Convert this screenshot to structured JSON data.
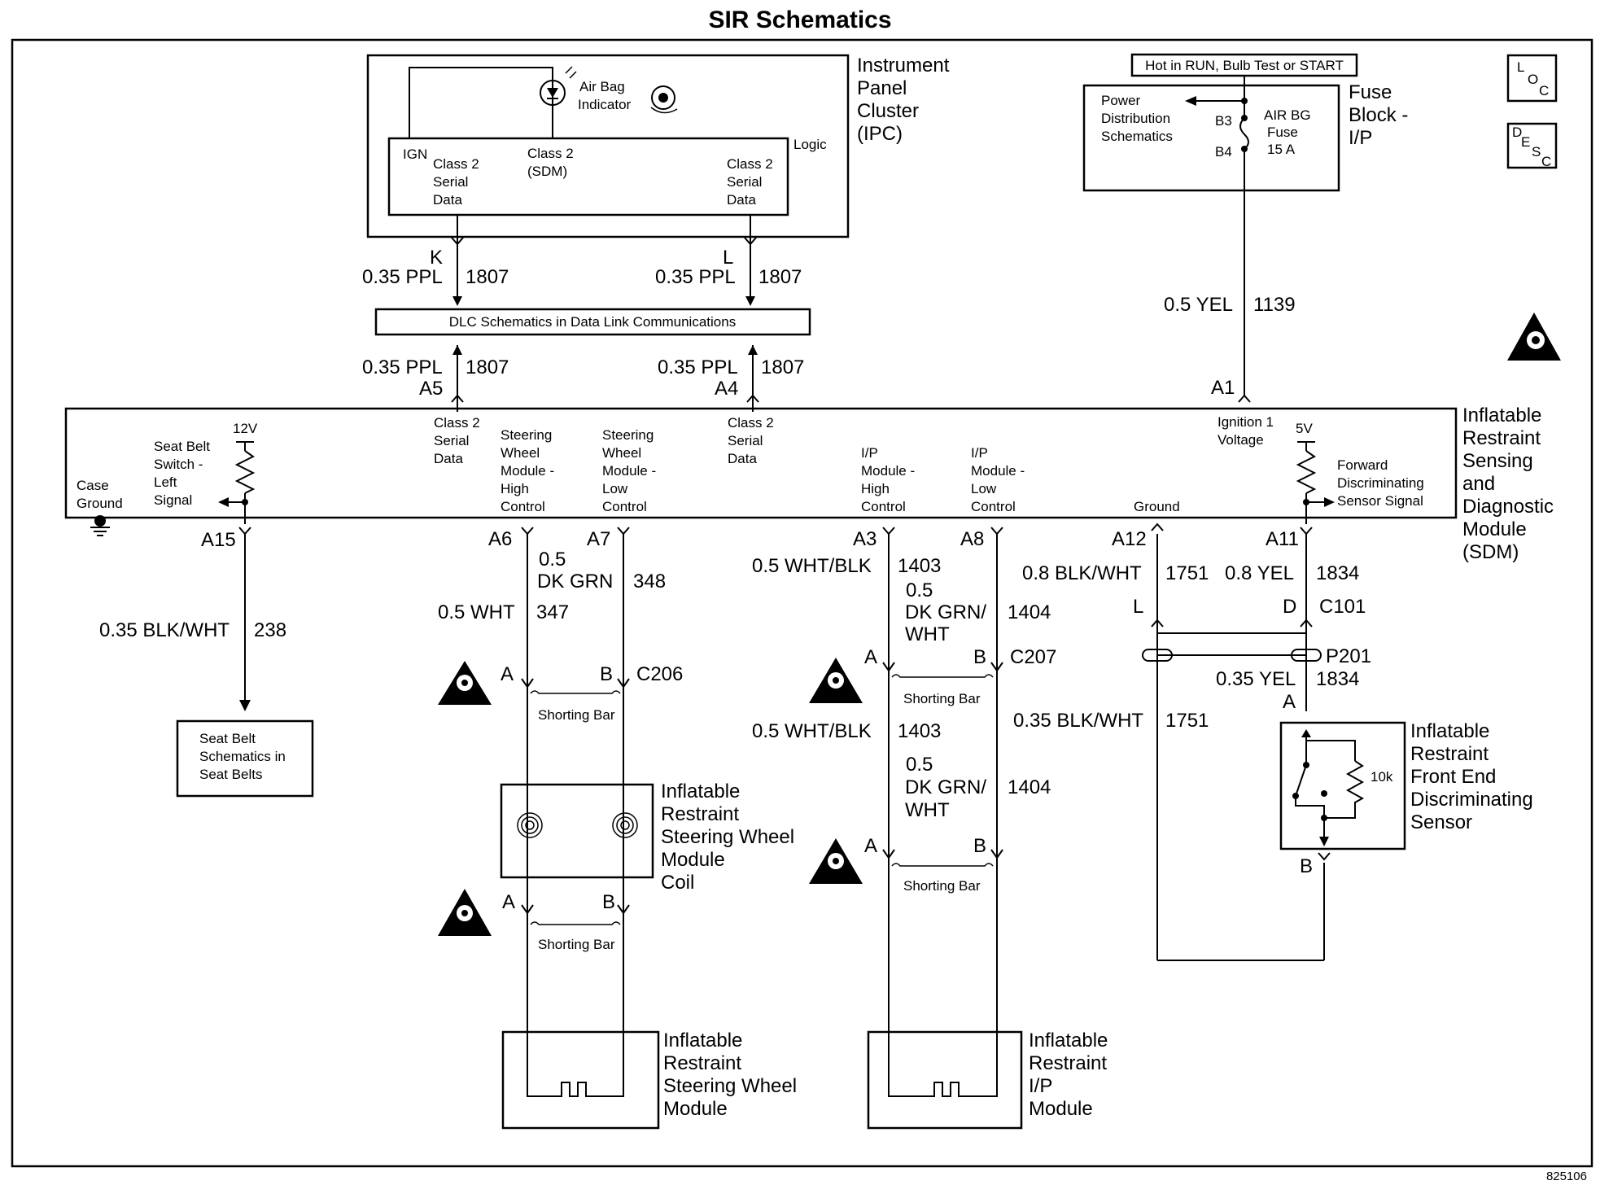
{
  "title": "SIR Schematics",
  "doc_number": "825106",
  "icons": [
    "loc-icon",
    "desc-icon",
    "warning-icon",
    "airbag-icon"
  ],
  "loc_label": [
    "L",
    "O",
    "C"
  ],
  "desc_label": [
    "D",
    "E",
    "S",
    "C"
  ],
  "ipc": {
    "name": [
      "Instrument",
      "Panel",
      "Cluster",
      "(IPC)"
    ],
    "airbag_indicator": [
      "Air Bag",
      "Indicator"
    ],
    "logic": "Logic",
    "ign": "IGN",
    "class2_left": [
      "Class 2",
      "Serial",
      "Data"
    ],
    "class2_sdm": [
      "Class 2",
      "(SDM)"
    ],
    "class2_right": [
      "Class 2",
      "Serial",
      "Data"
    ]
  },
  "fuse": {
    "hot_label": "Hot in RUN, Bulb Test or START",
    "power_dist": [
      "Power",
      "Distribution",
      "Schematics"
    ],
    "b3": "B3",
    "b4": "B4",
    "fuse_name": [
      "AIR BG",
      "Fuse",
      "15 A"
    ],
    "block_name": [
      "Fuse",
      "Block -",
      "I/P"
    ]
  },
  "dlc_label": "DLC Schematics in Data Link Communications",
  "wires": {
    "k": "K",
    "l": "L",
    "ppl": "0.35 PPL",
    "n1807": "1807",
    "a5": "A5",
    "a4": "A4",
    "yel05": "0.5 YEL",
    "n1139": "1139",
    "a1": "A1"
  },
  "sdm": {
    "name": [
      "Inflatable",
      "Restraint",
      "Sensing",
      "and",
      "Diagnostic",
      "Module",
      "(SDM)"
    ],
    "v12": "12V",
    "seat_belt_switch": [
      "Seat Belt",
      "Switch -",
      "Left",
      "Signal"
    ],
    "case_ground": [
      "Case",
      "Ground"
    ],
    "class2_a": [
      "Class 2",
      "Serial",
      "Data"
    ],
    "sw_high": [
      "Steering",
      "Wheel",
      "Module -",
      "High",
      "Control"
    ],
    "sw_low": [
      "Steering",
      "Wheel",
      "Module -",
      "Low",
      "Control"
    ],
    "class2_b": [
      "Class 2",
      "Serial",
      "Data"
    ],
    "ip_high": [
      "I/P",
      "Module -",
      "High",
      "Control"
    ],
    "ip_low": [
      "I/P",
      "Module -",
      "Low",
      "Control"
    ],
    "ground": "Ground",
    "ign1": [
      "Ignition 1",
      "Voltage"
    ],
    "v5": "5V",
    "fwd_sensor": [
      "Forward",
      "Discriminating",
      "Sensor Signal"
    ]
  },
  "pins": {
    "a15": "A15",
    "a6": "A6",
    "a7": "A7",
    "a3": "A3",
    "a8": "A8",
    "a12": "A12",
    "a11": "A11"
  },
  "seatbelt": {
    "wire": "0.35 BLK/WHT",
    "circuit": "238",
    "box": [
      "Seat Belt",
      "Schematics in",
      "Seat Belts"
    ]
  },
  "steering": {
    "wire_a7": [
      "0.5",
      "DK GRN"
    ],
    "c348": "348",
    "wire_a6": "0.5 WHT",
    "c347": "347",
    "pin_a": "A",
    "pin_b": "B",
    "conn": "C206",
    "shorting_bar": "Shorting Bar",
    "coil": [
      "Inflatable",
      "Restraint",
      "Steering Wheel",
      "Module",
      "Coil"
    ],
    "module": [
      "Inflatable",
      "Restraint",
      "Steering Wheel",
      "Module"
    ]
  },
  "ip": {
    "wire_blk": "0.5 WHT/BLK",
    "c1403": "1403",
    "wire_grn": [
      "0.5",
      "DK GRN/",
      "WHT"
    ],
    "c1404": "1404",
    "pin_a": "A",
    "pin_b": "B",
    "conn": "C207",
    "shorting_bar": "Shorting Bar",
    "module": [
      "Inflatable",
      "Restraint",
      "I/P",
      "Module"
    ]
  },
  "front": {
    "wire_blk": "0.8 BLK/WHT",
    "c1751": "1751",
    "wire_yel": "0.8 YEL",
    "c1834": "1834",
    "pin_l": "L",
    "pin_d": "D",
    "conn": "C101",
    "splice": "P201",
    "wire_yel2": "0.35 YEL",
    "c1834b": "1834",
    "wire_blk2": "0.35 BLK/WHT",
    "c1751b": "1751",
    "pin_a": "A",
    "pin_b": "B",
    "resistor": "10k",
    "sensor": [
      "Inflatable",
      "Restraint",
      "Front End",
      "Discriminating",
      "Sensor"
    ]
  }
}
